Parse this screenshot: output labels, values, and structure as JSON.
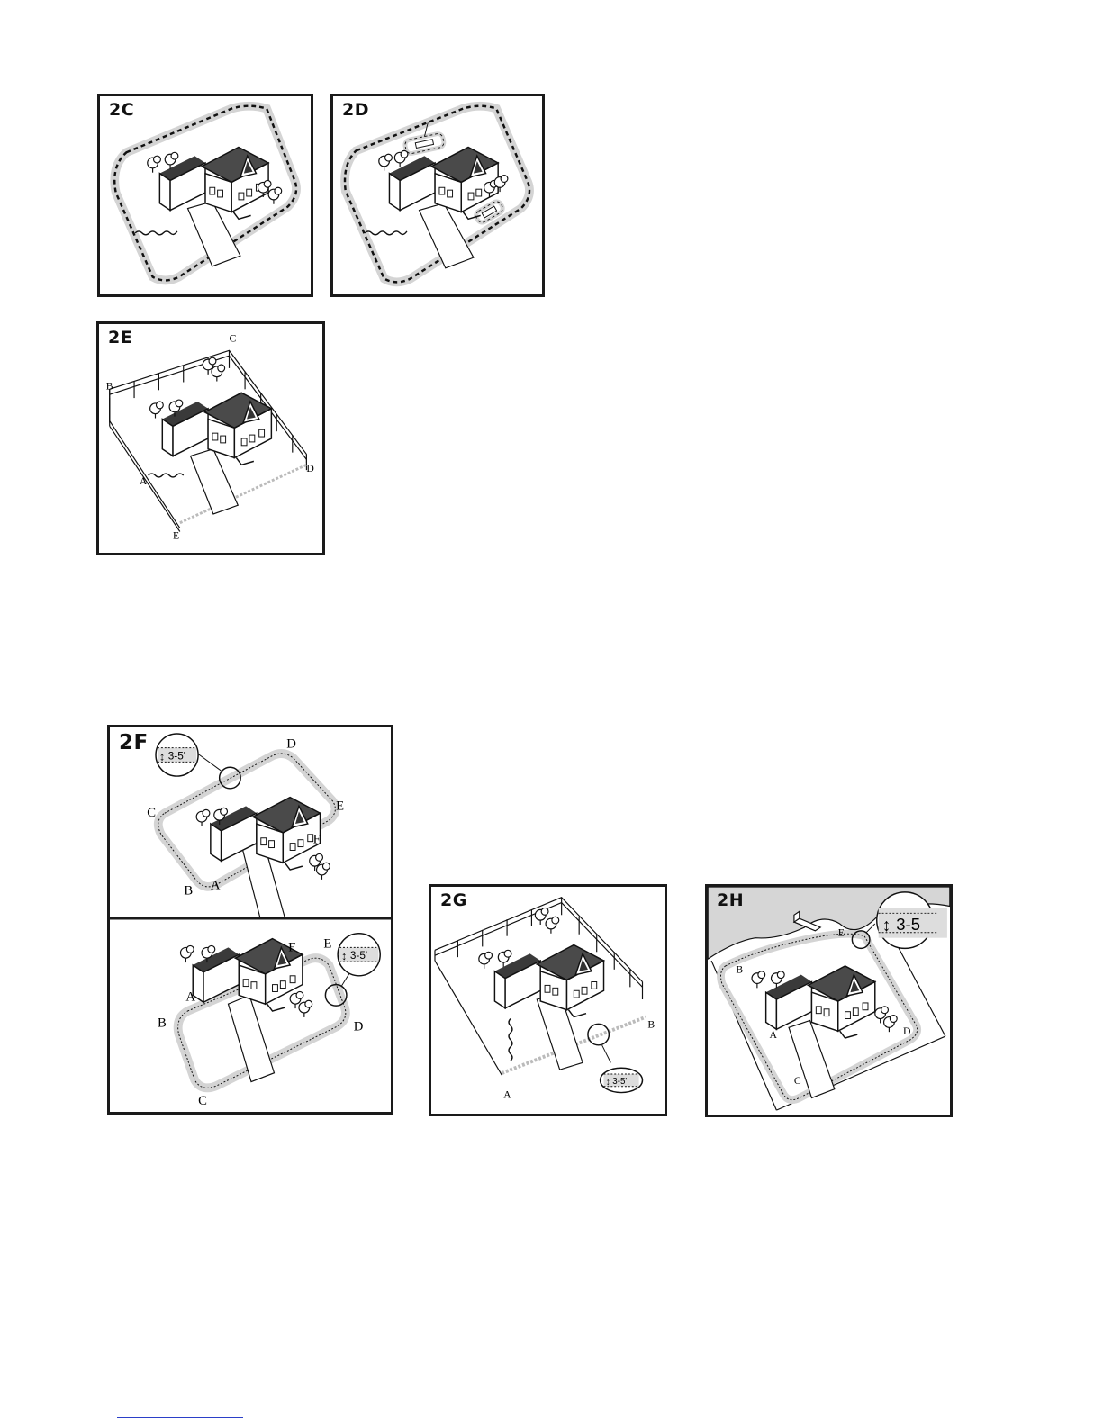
{
  "panels": {
    "p2c": {
      "title": "2C"
    },
    "p2d": {
      "title": "2D"
    },
    "p2e": {
      "title": "2E",
      "labels": {
        "a": "A",
        "b": "B",
        "c": "C",
        "d": "D",
        "e": "E"
      }
    },
    "p2f": {
      "title": "2F",
      "top_labels": {
        "a": "A",
        "b": "B",
        "c": "C",
        "d": "D",
        "e": "E",
        "f": "F"
      },
      "bottom_labels": {
        "a": "A",
        "b": "B",
        "c": "C",
        "d": "D",
        "e": "E",
        "f": "F"
      },
      "measure_top": "3-5'",
      "measure_bottom": "3-5'"
    },
    "p2g": {
      "title": "2G",
      "labels": {
        "a": "A",
        "b": "B"
      },
      "measure": "3-5'"
    },
    "p2h": {
      "title": "2H",
      "labels": {
        "a": "A",
        "b": "B",
        "c": "C",
        "d": "D",
        "e": "E"
      },
      "measure": "3-5"
    }
  },
  "colors": {
    "border": "#1a1a1a",
    "boundary_band": "#d4d4d4",
    "water": "#d6d6d6",
    "footer_link": "#2b3fc8"
  }
}
